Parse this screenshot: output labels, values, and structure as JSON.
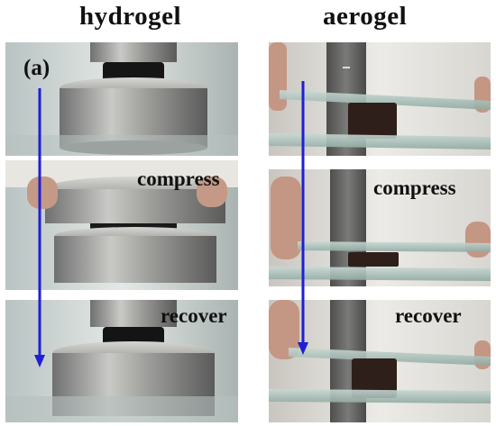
{
  "titles": {
    "left": "hydrogel",
    "right": "aerogel"
  },
  "panel_label": "(a)",
  "labels": {
    "hydrogel": [
      "",
      "compress",
      "recover"
    ],
    "aerogel": [
      "",
      "compress",
      "recover"
    ]
  },
  "colors": {
    "arrow": "#1f1fd6",
    "background": "#ffffff"
  }
}
